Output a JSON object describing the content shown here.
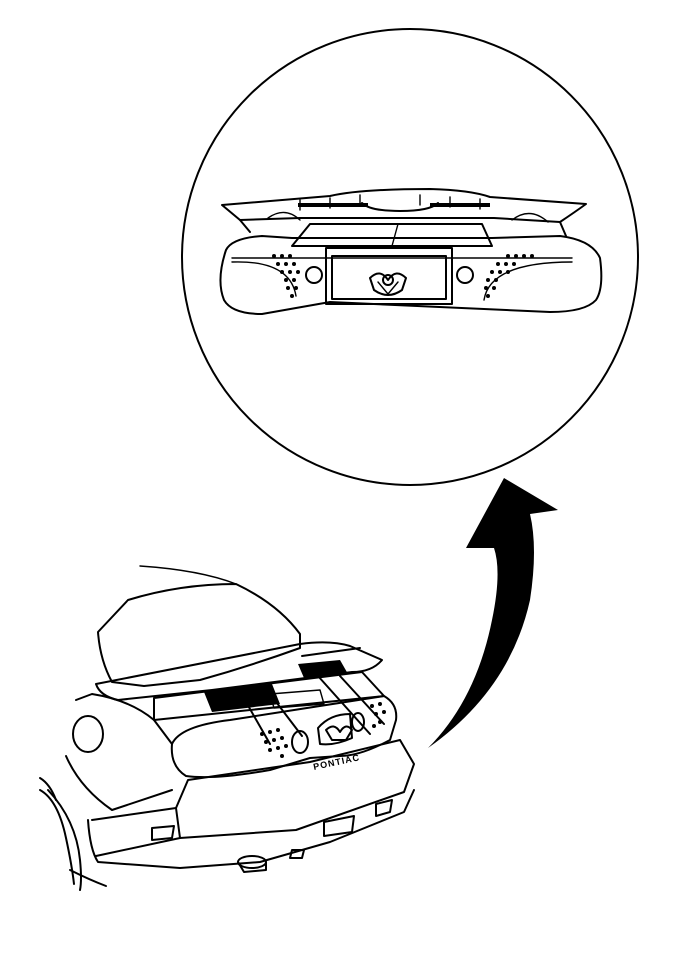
{
  "figure": {
    "car_badge_text": "PONTIAC",
    "ink_color": "#000000",
    "paper_color": "#ffffff",
    "parts": [
      "detail-magnifier-circle",
      "rear-spoiler",
      "license-plate-area",
      "taillamp-left",
      "taillamp-right",
      "rear-bumper",
      "callout-arrow"
    ]
  }
}
